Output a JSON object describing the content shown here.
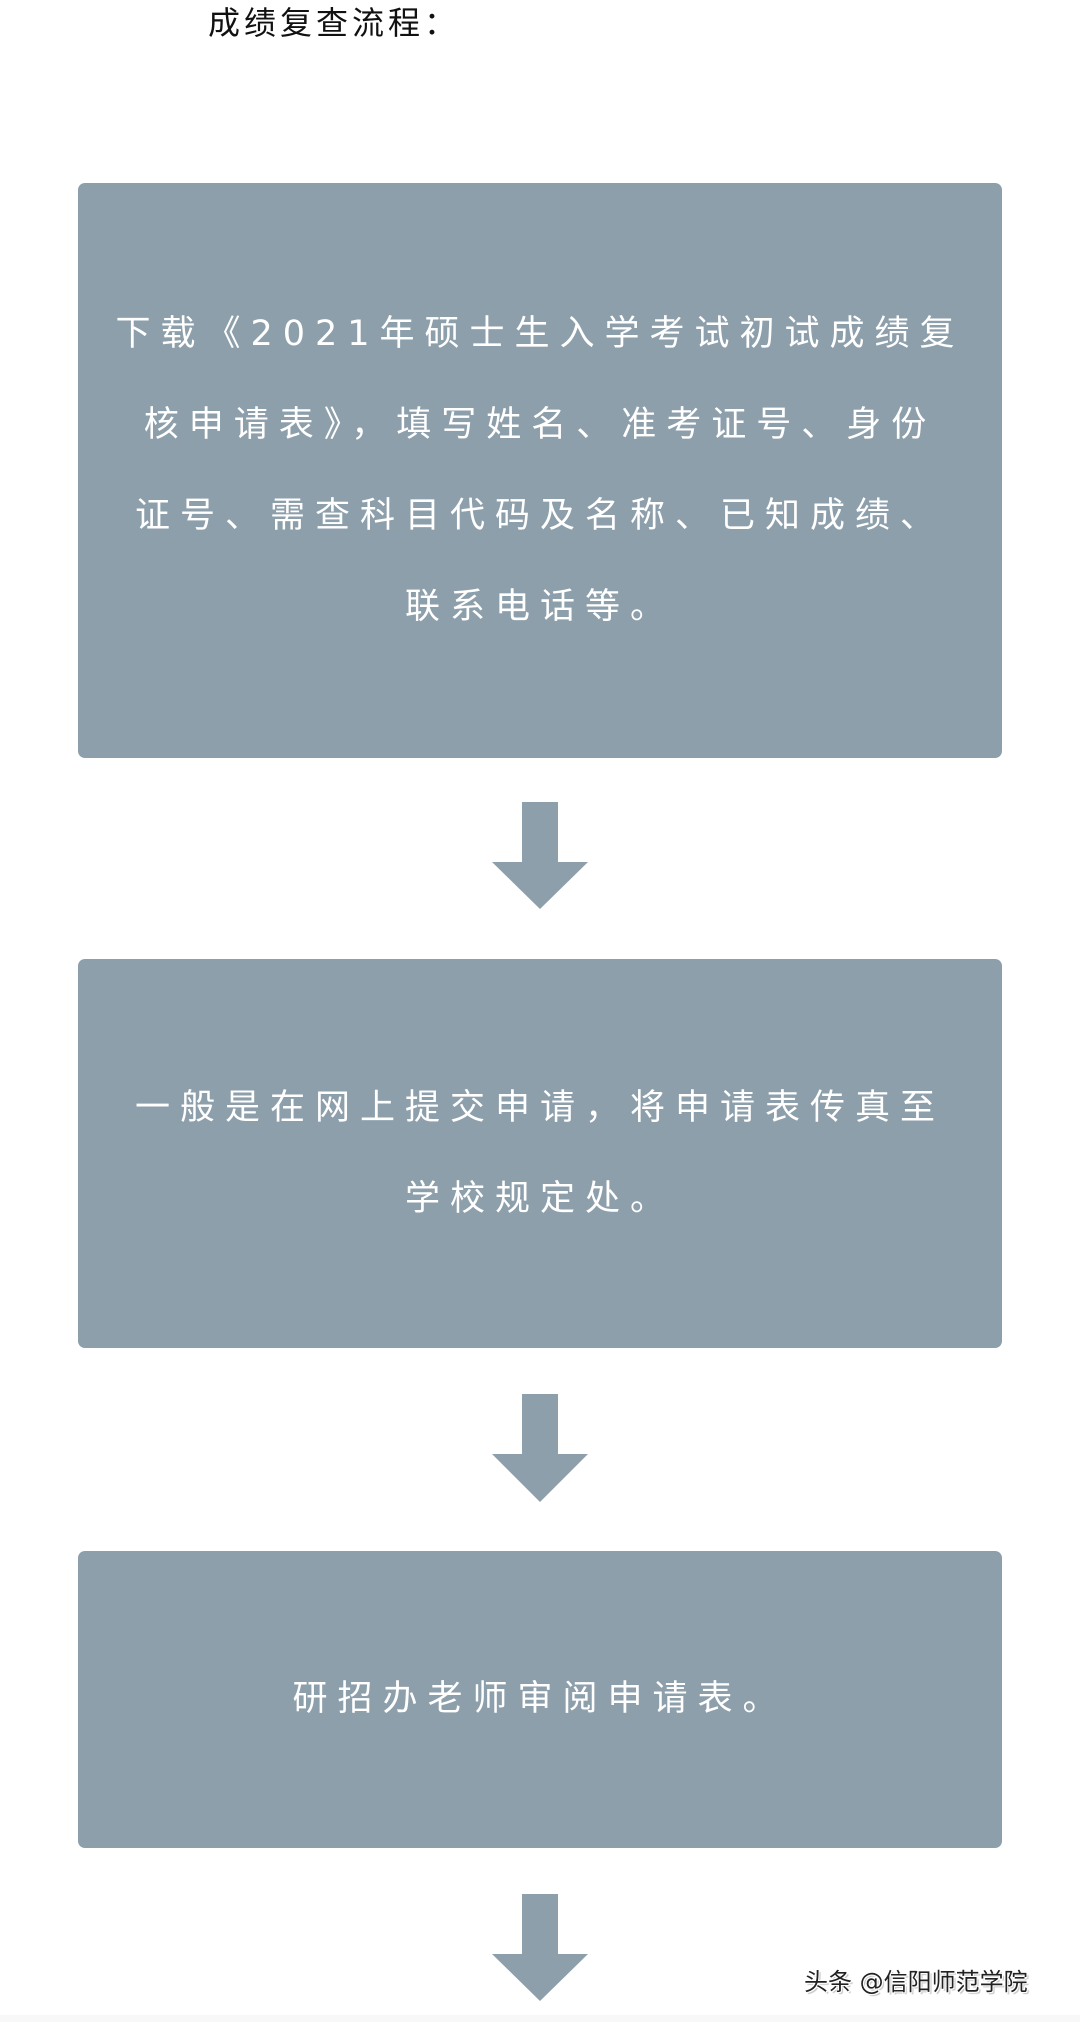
{
  "title": "成绩复查流程：",
  "colors": {
    "box": "#8d9fab",
    "box_text": "#ffffff",
    "arrow": "#8d9fab",
    "title_text": "#111111"
  },
  "steps": [
    {
      "lines": [
        "下载《2021年硕士生入学考试初试成绩复",
        "核申请表》，填写姓名、准考证号、身份",
        "证号、需查科目代码及名称、已知成绩、",
        "联系电话等。"
      ]
    },
    {
      "lines": [
        "一般是在网上提交申请，将申请表传真至",
        "学校规定处。"
      ]
    },
    {
      "lines": [
        "研招办老师审阅申请表。"
      ]
    }
  ],
  "arrows": [
    {
      "icon": "arrow-down-icon"
    },
    {
      "icon": "arrow-down-icon"
    },
    {
      "icon": "arrow-down-icon"
    }
  ],
  "watermark": "头条 @信阳师范学院"
}
